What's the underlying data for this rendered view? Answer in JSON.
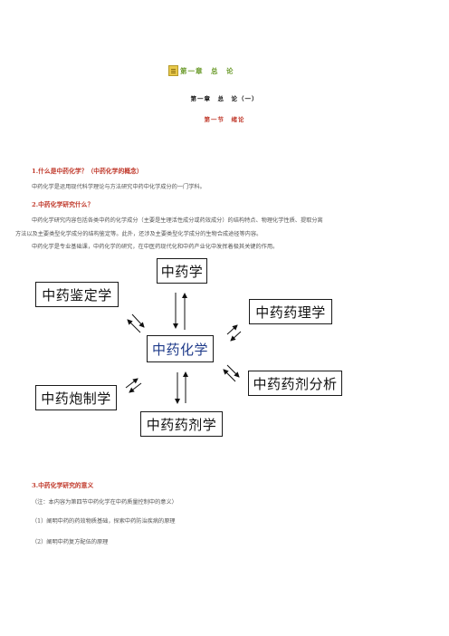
{
  "header": {
    "chapter_title": "第一章　总　论",
    "subtitle": "第一章　总　论（一）",
    "section": "第一节　绪论"
  },
  "q1": {
    "heading": "1.什么是中药化学？（中药化学的概念）",
    "text": "中药化学是运用现代科学理论与方法研究中药中化学成分的一门学科。"
  },
  "q2": {
    "heading": "2.中药化学研究什么？",
    "p1_line1": "中药化学研究内容包括各类中药的化学成分（主要是生理活性成分或药效成分）的结构特点、物理化学性质、提取分离",
    "p1_line2": "方法以及主要类型化学成分的结构鉴定等。此外，还涉及主要类型化学成分的生物合成途径等内容。",
    "p2": "中药化学是专业基础课，中药化学的研究，在中医药现代化和中药产业化中发挥着极其关键的作用。"
  },
  "diagram": {
    "center": "中药化学",
    "top": "中药学",
    "left_top": "中药鉴定学",
    "right_top": "中药药理学",
    "right_bottom": "中药药剂分析",
    "left_bottom": "中药炮制学",
    "bottom": "中药药剂学"
  },
  "q3": {
    "heading": "3.中药化学研究的意义",
    "note": "（注：本内容为第四节中药化学在中药质量控制中的意义）",
    "item1": "（1）阐明中药的药效物质基础，探索中药防治疾病的原理",
    "item2": "（2）阐明中药复方配伍的原理"
  }
}
